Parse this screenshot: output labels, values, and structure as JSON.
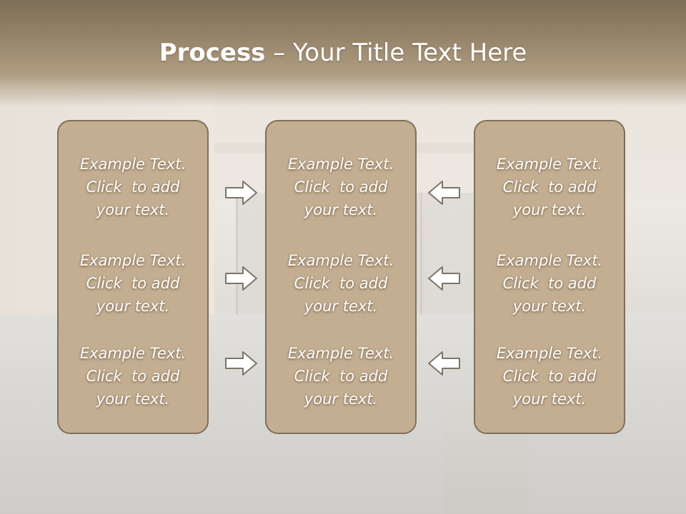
{
  "slide": {
    "title_bold": "Process",
    "title_rest": " – Your Title Text Here"
  },
  "columns": [
    {
      "items": [
        {
          "lines": [
            "Example Text.",
            "Click  to add",
            "your text."
          ]
        },
        {
          "lines": [
            "Example Text.",
            "Click  to add",
            "your text."
          ]
        },
        {
          "lines": [
            "Example Text.",
            "Click  to add",
            "your text."
          ]
        }
      ]
    },
    {
      "items": [
        {
          "lines": [
            "Example Text.",
            "Click  to add",
            "your text."
          ]
        },
        {
          "lines": [
            "Example Text.",
            "Click  to add",
            "your text."
          ]
        },
        {
          "lines": [
            "Example Text.",
            "Click  to add",
            "your text."
          ]
        }
      ]
    },
    {
      "items": [
        {
          "lines": [
            "Example Text.",
            "Click  to add",
            "your text."
          ]
        },
        {
          "lines": [
            "Example Text.",
            "Click  to add",
            "your text."
          ]
        },
        {
          "lines": [
            "Example Text.",
            "Click  to add",
            "your text."
          ]
        }
      ]
    }
  ],
  "arrows": {
    "left_group": [
      "right-arrow-icon",
      "right-arrow-icon",
      "right-arrow-icon"
    ],
    "right_group": [
      "left-arrow-icon",
      "left-arrow-icon",
      "left-arrow-icon"
    ]
  },
  "colors": {
    "header": "#8b7a60",
    "box_fill": "#c4ae91",
    "box_border": "#7f6f5c",
    "text": "#ffffff"
  }
}
